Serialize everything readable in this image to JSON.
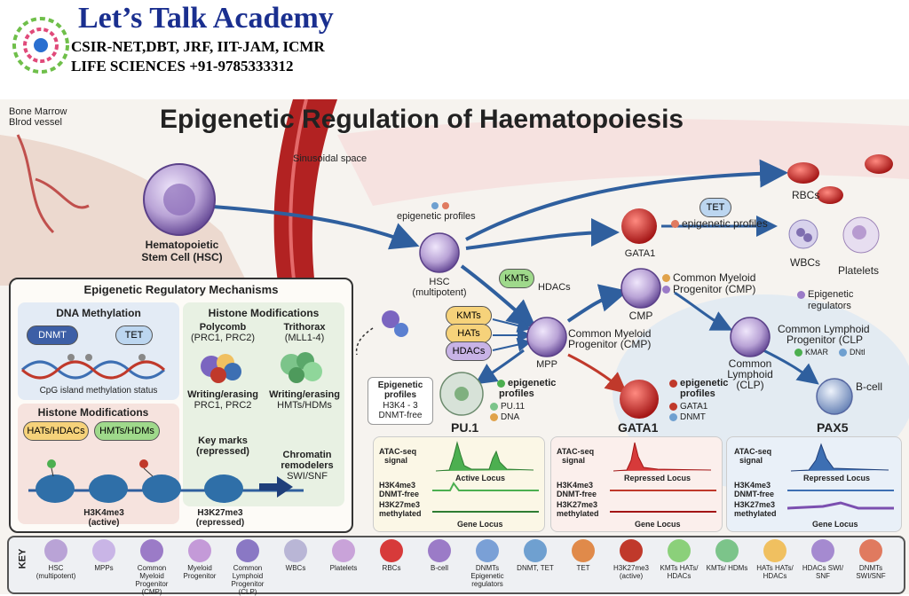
{
  "header": {
    "brand": "Let’s Talk Academy",
    "line1": "CSIR-NET,DBT, JRF, IIT-JAM, ICMR",
    "line2": "LIFE SCIENCES  +91-9785333312"
  },
  "title": "Epigenetic Regulation of Haematopoiesis",
  "labels": {
    "bone_marrow": "Bone Marrow",
    "blood_vessel": "Blrod vessel",
    "sinusoidal": "Sinusoidal space",
    "hsc_main_1": "Hematopoietic",
    "hsc_main_2": "Stem Cell (HSC)",
    "epi_profiles": "epigenetic profiles",
    "hsc_1": "HSC",
    "hsc_2": "(multipotent)",
    "kmts": "KMTs",
    "hdacs": "HDACs",
    "hats": "HATs",
    "mpp": "MPP",
    "cmp_prog_1": "Common Myeloid",
    "cmp_prog_2": "Progenitor (CMP)",
    "cmp": "CMP",
    "gata1": "GATA1",
    "tet": "TET",
    "epi_profiles2": "epigenetic profiles",
    "rbcs": "RBCs",
    "wbcs": "WBCs",
    "platelets": "Platelets",
    "cmp_legend_1": "Common Myeloid",
    "cmp_legend_2": "Progenitor (CMP)",
    "epi_reg_1": "Epigenetic",
    "epi_reg_2": "regulators",
    "clp_legend_1": "Common Lymphoid",
    "clp_legend_2": "Progenitor (CLP",
    "kmar": "KMAR",
    "dnt": "DNtl",
    "clp_1": "Common",
    "clp_2": "Lymphoid",
    "clp_3": "(CLP)",
    "bcell": "B-cell"
  },
  "mechanisms": {
    "title": "Epigenetic Regulatory Mechanisms",
    "dna_meth": "DNA Methylation",
    "dnmt": "DNMT",
    "tet": "TET",
    "cpg": "CpG island methylation status",
    "hist_mod_left": "Histone Modifications",
    "hats_hdacs": "HATs/HDACs",
    "hmts_hdms": "HMTs/HDMs",
    "h3k4me3_1": "H3K4me3",
    "h3k4me3_2": "(active)",
    "hist_mod_right": "Histone Modifications",
    "polycomb_1": "Polycomb",
    "polycomb_2": "(PRC1, PRC2)",
    "trithorax_1": "Trithorax",
    "trithorax_2": "(MLL1-4)",
    "writing1_1": "Writing/erasing",
    "writing1_2": "PRC1, PRC2",
    "writing2_1": "Writing/erasing",
    "writing2_2": "HMTs/HDMs",
    "keymarks_1": "Key marks",
    "keymarks_2": "(repressed)",
    "chromatin_1": "Chromatin",
    "chromatin_2": "remodelers",
    "chromatin_3": "SWI/SNF",
    "h3k27_1": "H3K27me3",
    "h3k27_2": "(repressed)"
  },
  "loci": [
    {
      "name": "PU.1",
      "profile_box_1": "Epigenetic",
      "profile_box_2": "profiles",
      "profile_box_3": "H3K4 - 3",
      "profile_box_4": "DNMT-free",
      "epi_1": "epigenetic",
      "epi_2": "profiles",
      "item1": "PU.11",
      "item2": "DNA",
      "atac_1": "ATAC-seq",
      "atac_2": "signal",
      "locus_label": "Active Locus",
      "h3k4": "H3K4me3",
      "dnmt_free": "DNMT-free",
      "h3k27": "H3K27me3",
      "methylated": "methylated",
      "gene_locus": "Gene Locus"
    },
    {
      "name": "GATA1",
      "epi_1": "epigenetic",
      "epi_2": "profiles",
      "item1": "GATA1",
      "item2": "DNMT",
      "atac_1": "ATAC-seq",
      "atac_2": "signal",
      "locus_label": "Repressed Locus",
      "h3k4": "H3K4me3",
      "dnmt_free": "DNMT-free",
      "h3k27": "H3K27me3",
      "methylated": "methylated",
      "gene_locus": "Gene Locus"
    },
    {
      "name": "PAX5",
      "atac_1": "ATAC-seq",
      "atac_2": "signal",
      "locus_label": "Repressed Locus",
      "h3k4": "H3K4me3",
      "dnmt_free": "DNMT-free",
      "h3k27": "H3K27me3",
      "methylated": "methylated",
      "gene_locus": "Gene Locus"
    }
  ],
  "key": {
    "title": "KEY",
    "items": [
      {
        "label": "HSC (multipotent)",
        "color": "#b9a3d6"
      },
      {
        "label": "MPPs",
        "color": "#c9b5e6"
      },
      {
        "label": "Common Myeloid Progenitor (CMP)",
        "color": "#9b7bc7"
      },
      {
        "label": "Myeloid Progenitor",
        "color": "#c49ad8"
      },
      {
        "label": "Common Lymphoid Progenitor (CLP)",
        "color": "#8a78c4"
      },
      {
        "label": "WBCs",
        "color": "#b9b6d6"
      },
      {
        "label": "Platelets",
        "color": "#c9a3d9"
      },
      {
        "label": "RBCs",
        "color": "#d73a3a"
      },
      {
        "label": "B-cell",
        "color": "#9b7bc7"
      },
      {
        "label": "DNMTs Epigenetic regulators",
        "color": "#7aa0d6"
      },
      {
        "label": "DNMT, TET",
        "color": "#6fa0d0"
      },
      {
        "label": "TET",
        "color": "#e08a4a"
      },
      {
        "label": "H3K27me3 (active)",
        "color": "#c0392b"
      },
      {
        "label": "KMTs HATs/ HDACs",
        "color": "#8bd07a"
      },
      {
        "label": "KMTs/ HDMs",
        "color": "#7cc48a"
      },
      {
        "label": "HATs HATs/ HDACs",
        "color": "#f0c060"
      },
      {
        "label": "HDACs SWI/ SNF",
        "color": "#a58ad0"
      },
      {
        "label": "DNMTs SWI/SNF",
        "color": "#e07a5f"
      }
    ]
  },
  "colors": {
    "brand_blue": "#1a2f8f",
    "vessel_red": "#b22222",
    "arrow_blue": "#2f5f9e",
    "cell_purple": "#9b7bc7",
    "rbc_red": "#d73a3a"
  }
}
